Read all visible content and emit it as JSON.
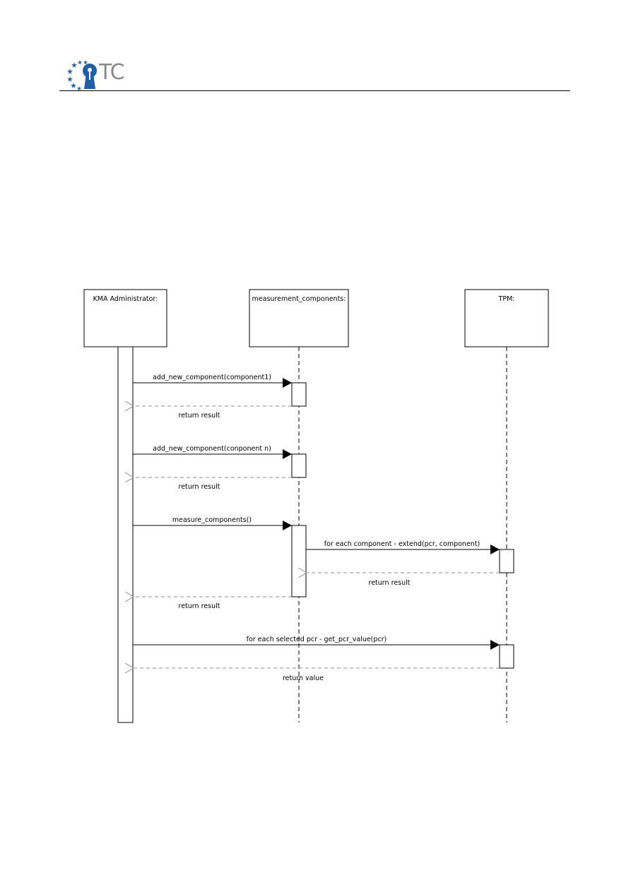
{
  "header": {
    "logo_text": "TC"
  },
  "diagram": {
    "lifelines": [
      {
        "label": "KMA Administrator:"
      },
      {
        "label": "measurement_components:"
      },
      {
        "label": "TPM:"
      }
    ],
    "messages": [
      {
        "label": "add_new_component(component1)"
      },
      {
        "label": "return result"
      },
      {
        "label": "add_new_component(conponent n)"
      },
      {
        "label": "return result"
      },
      {
        "label": "measure_components()"
      },
      {
        "label": "for each component - extend(pcr, component)"
      },
      {
        "label": "return result"
      },
      {
        "label": "return result"
      },
      {
        "label": "for each selected pcr - get_pcr_value(pcr)"
      },
      {
        "label": "return value"
      }
    ]
  },
  "colors": {
    "logo_blue": "#1f5fa8",
    "logo_gray": "#8a8a8a",
    "dashed_return": "#8c8c8c"
  }
}
